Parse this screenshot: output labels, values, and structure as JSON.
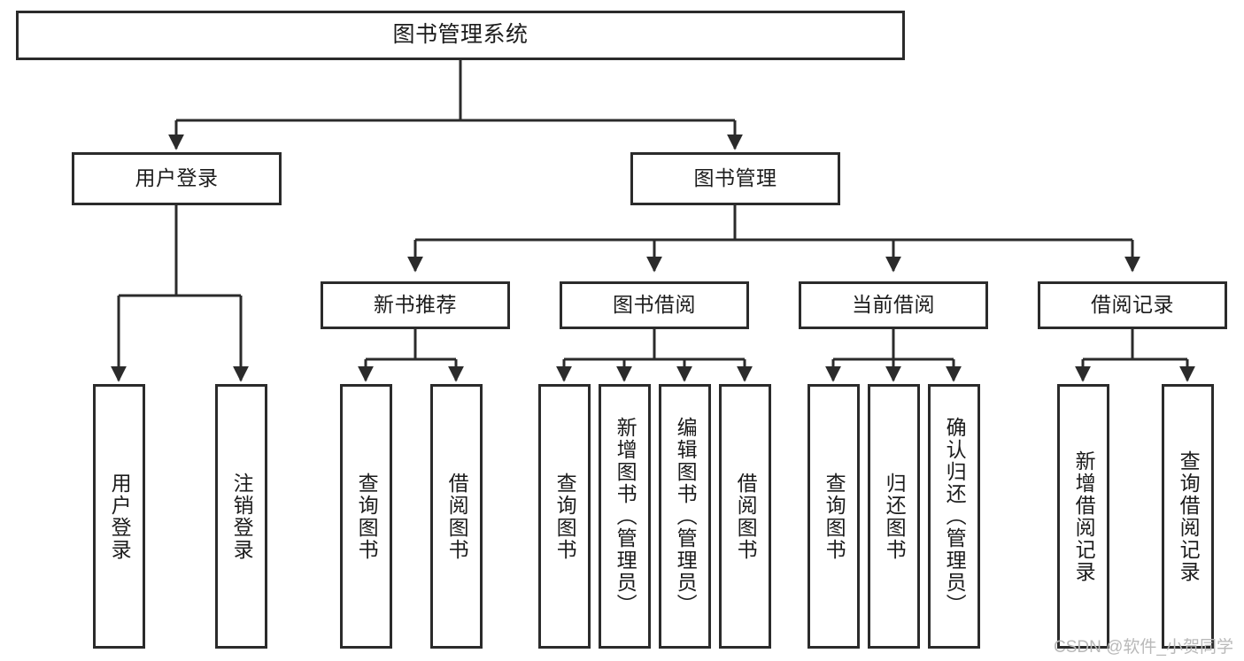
{
  "diagram": {
    "title": "图书管理系统",
    "watermark": "CSDN @软件_小贺同学",
    "colors": {
      "stroke": "#2b2b2b",
      "box_fill": "#ffffff",
      "text": "#1c1c1c",
      "background": "#ffffff",
      "watermark": "#b9b9b9"
    },
    "levels": {
      "root": "图书管理系统",
      "level2": [
        "用户登录",
        "图书管理"
      ],
      "level3": [
        "新书推荐",
        "图书借阅",
        "当前借阅",
        "借阅记录"
      ]
    },
    "nodes": {
      "root": {
        "label": "图书管理系统"
      },
      "user_login": {
        "label": "用户登录"
      },
      "book_manage": {
        "label": "图书管理"
      },
      "new_book_rec": {
        "label": "新书推荐"
      },
      "book_borrow": {
        "label": "图书借阅"
      },
      "current_borrow": {
        "label": "当前借阅"
      },
      "borrow_record": {
        "label": "借阅记录"
      },
      "leaf_user_login": {
        "label": "用户登录"
      },
      "leaf_logout": {
        "label": "注销登录"
      },
      "leaf_query_book_1": {
        "label": "查询图书"
      },
      "leaf_borrow_book_1": {
        "label": "借阅图书"
      },
      "leaf_query_book_2": {
        "label": "查询图书"
      },
      "leaf_add_book": {
        "label": "新增图书（管理员）"
      },
      "leaf_edit_book": {
        "label": "编辑图书（管理员）"
      },
      "leaf_borrow_book_2": {
        "label": "借阅图书"
      },
      "leaf_query_book_3": {
        "label": "查询图书"
      },
      "leaf_return_book": {
        "label": "归还图书"
      },
      "leaf_confirm_return": {
        "label": "确认归还（管理员）"
      },
      "leaf_add_record": {
        "label": "新增借阅记录"
      },
      "leaf_query_record": {
        "label": "查询借阅记录"
      }
    }
  }
}
